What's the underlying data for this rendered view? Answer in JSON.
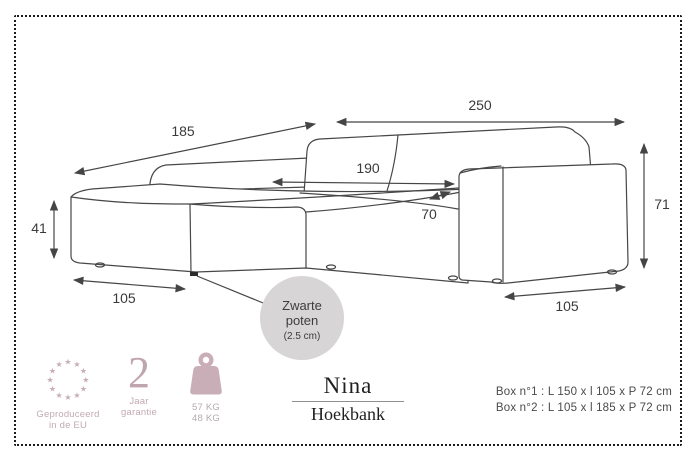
{
  "diagram": {
    "dimensions": {
      "total_width": "250",
      "diagonal_width": "185",
      "inner_width": "190",
      "seat_depth": "70",
      "seat_height": "41",
      "total_height": "71",
      "chaise_length": "105",
      "arm_depth": "105"
    },
    "legs_note": {
      "line1": "Zwarte",
      "line2": "poten",
      "line3": "(2.5 cm)"
    }
  },
  "footer": {
    "made_in_eu": {
      "line1": "Geproduceerd",
      "line2": "in de EU"
    },
    "warranty": {
      "years": "2",
      "line1": "Jaar",
      "line2": "garantie"
    },
    "weight": {
      "line1": "57 KG",
      "line2": "48 KG"
    },
    "product": {
      "name": "Nina",
      "category": "Hoekbank"
    },
    "boxes": [
      "Box n°1 : L 150 x l 105 x P 72 cm",
      "Box n°2 : L 105 x l 185 x P 72 cm"
    ]
  },
  "colors": {
    "accent_mauve": "#c6acb6",
    "note_circle": "#d7d5d6",
    "line_art": "#454545"
  }
}
